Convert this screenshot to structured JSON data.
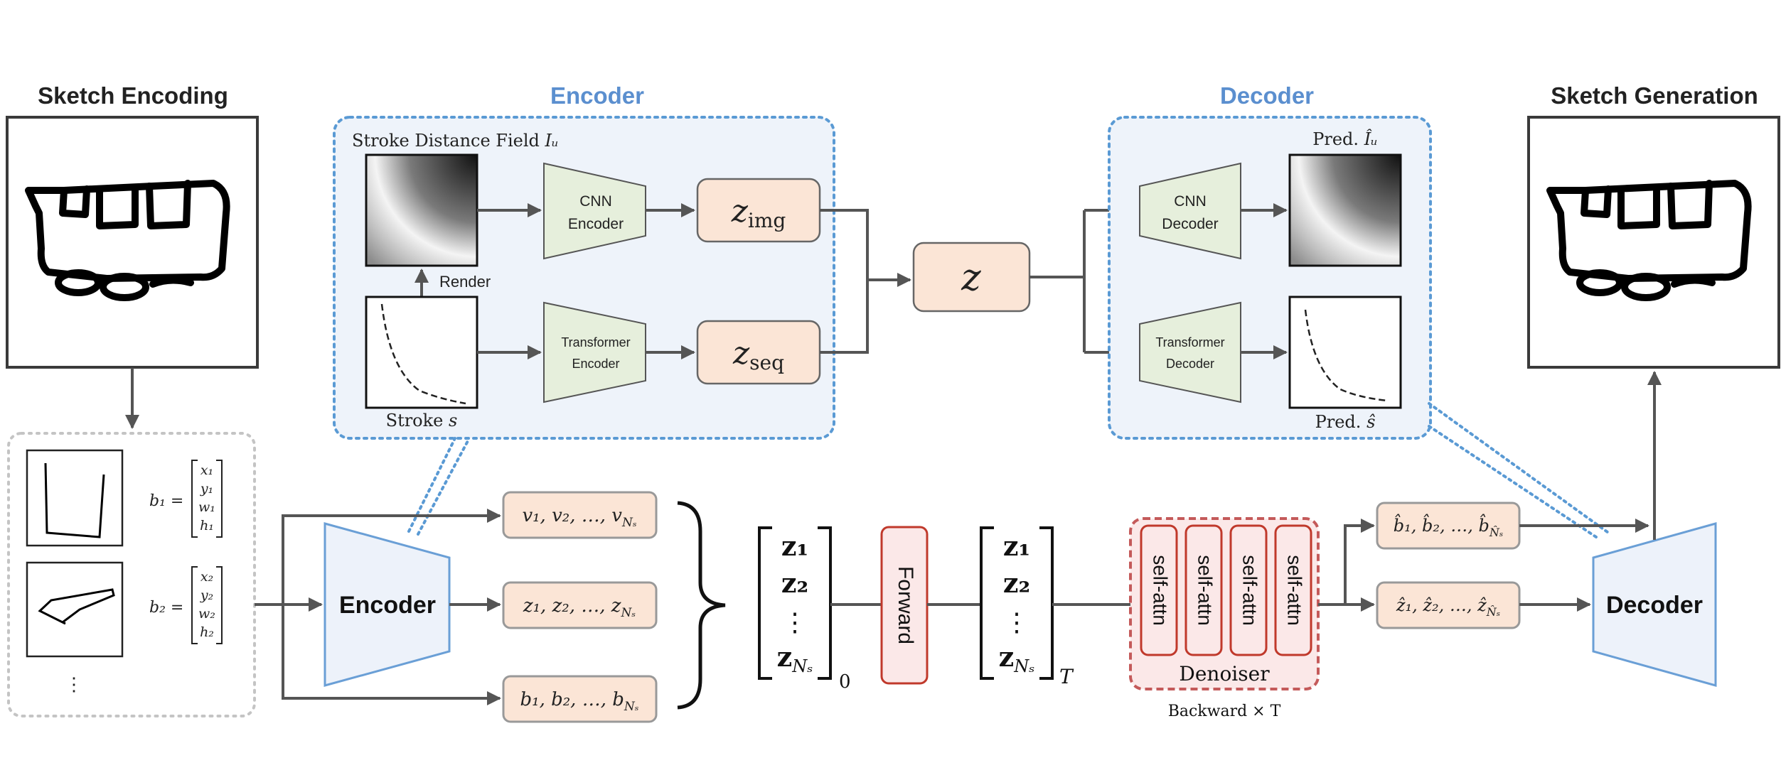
{
  "titles": {
    "sketch_encoding": "Sketch Encoding",
    "sketch_generation": "Sketch Generation",
    "encoder": "Encoder",
    "decoder": "Decoder"
  },
  "encoder_panel": {
    "distance_field_label": "Stroke Distance Field",
    "distance_field_symbol": "Iᵤ",
    "render_label": "Render",
    "stroke_label": "Stroke",
    "stroke_symbol": "s",
    "cnn_encoder": [
      "CNN",
      "Encoder"
    ],
    "transformer_encoder": [
      "Transformer",
      "Encoder"
    ],
    "z_img": "z",
    "z_img_sub": "img",
    "z_seq": "z",
    "z_seq_sub": "seq",
    "z_joint": "z"
  },
  "decoder_panel": {
    "cnn_decoder": [
      "CNN",
      "Decoder"
    ],
    "transformer_decoder": [
      "Transformer",
      "Decoder"
    ],
    "pred_image_label": "Pred.",
    "pred_image_symbol": "Îᵤ",
    "pred_stroke_label": "Pred.",
    "pred_stroke_symbol": "ŝ"
  },
  "bbox_list": {
    "b1_lhs": "b₁ =",
    "b1_vec": [
      "x₁",
      "y₁",
      "w₁",
      "h₁"
    ],
    "b2_lhs": "b₂ =",
    "b2_vec": [
      "x₂",
      "y₂",
      "w₂",
      "h₂"
    ],
    "ellipsis": "⋮"
  },
  "pipeline": {
    "encoder_label": "Encoder",
    "v_list": "v₁, v₂, …, v",
    "z_list": "z₁, z₂, …, z",
    "b_list": "b₁, b₂, …, b",
    "ns_sub": "Nₛ",
    "matrix_entries": [
      "z₁",
      "z₂",
      "⋮",
      "z"
    ],
    "matrix_last_sub": "Nₛ",
    "matrix0_sub": "0",
    "matrixT_sub": "T",
    "forward_label": "Forward",
    "self_attn": [
      "self-attn",
      "self-attn",
      "self-attn",
      "self-attn"
    ],
    "denoiser_label": "Denoiser",
    "backward_label": "Backward × T",
    "b_hat_list": "b̂₁, b̂₂, …, b̂",
    "z_hat_list": "ẑ₁, ẑ₂, …, ẑ",
    "ns_hat_sub": "N̂ₛ",
    "decoder_label": "Decoder"
  },
  "colors": {
    "blue_title": "#5b8fcf",
    "panel_fill": "#eef3fa",
    "panel_border": "#5a9ad4",
    "green_fill": "#e6efdc",
    "peach_fill": "#fbe5d6",
    "red": "#c0392b",
    "red_fill": "#fbe8e8",
    "arrow": "#555555",
    "trap_blue_fill": "#edf2fa",
    "trap_blue_stroke": "#6a9fd6"
  }
}
